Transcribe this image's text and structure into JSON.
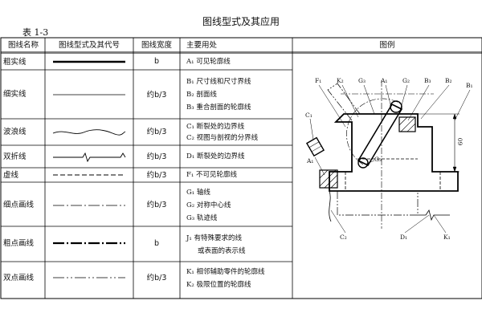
{
  "title": "图线型式及其应用",
  "table_no": "表 1-3",
  "headers": [
    "图线名称",
    "图线型式及其代号",
    "图线宽度",
    "主要用处",
    "图例"
  ],
  "rows": [
    {
      "name": "粗实线",
      "width": "b",
      "uses": [
        {
          "code": "A₁",
          "text": "可见轮廓线"
        }
      ]
    },
    {
      "name": "细实线",
      "width": "约b/3",
      "uses": [
        {
          "code": "B₁",
          "text": "尺寸线和尺寸界线"
        },
        {
          "code": "B₂",
          "text": "剖面线"
        },
        {
          "code": "B₃",
          "text": "重合剖面的轮廓线"
        }
      ]
    },
    {
      "name": "波浪线",
      "width": "约b/3",
      "uses": [
        {
          "code": "C₁",
          "text": "断裂处的边界线"
        },
        {
          "code": "C₂",
          "text": "视图与剖视的分界线"
        }
      ]
    },
    {
      "name": "双折线",
      "width": "约b/3",
      "uses": [
        {
          "code": "D₁",
          "text": "断裂处的边界线"
        }
      ]
    },
    {
      "name": "虚线",
      "width": "约b/3",
      "uses": [
        {
          "code": "F₁",
          "text": "不可见轮廓线"
        }
      ]
    },
    {
      "name": "细点画线",
      "width": "约b/3",
      "uses": [
        {
          "code": "G₁",
          "text": "轴线"
        },
        {
          "code": "G₂",
          "text": "对称中心线"
        },
        {
          "code": "G₃",
          "text": "轨迹线"
        }
      ]
    },
    {
      "name": "粗点画线",
      "width": "b",
      "uses": [
        {
          "code": "J₁",
          "text": "有特殊要求的线"
        },
        {
          "code": "",
          "text": "或表面的表示线"
        }
      ]
    },
    {
      "name": "双点画线",
      "width": "约b/3",
      "uses": [
        {
          "code": "K₁",
          "text": "相邻辅助零件的轮廓线"
        },
        {
          "code": "K₂",
          "text": "极限位置的轮廓线"
        }
      ]
    }
  ],
  "figure_labels": {
    "F1": "F₁",
    "K2": "K₂",
    "G3top": "G₃",
    "A1top": "A₁",
    "G2": "G₂",
    "B3": "B₃",
    "B2": "B₂",
    "B1": "B₁",
    "C1": "C₁",
    "A1left": "A₁",
    "G3mid": "G₃",
    "dim": "60",
    "C2": "C₂",
    "D1": "D₁",
    "K1": "K₁"
  }
}
